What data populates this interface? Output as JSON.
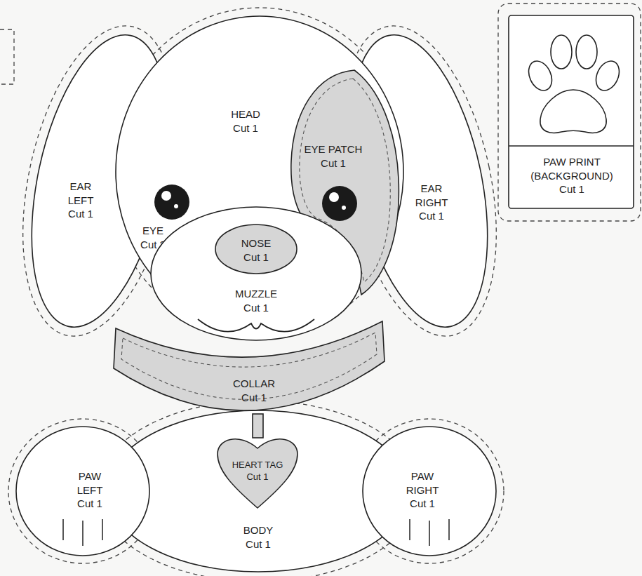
{
  "diagram": {
    "nodes": [
      {
        "text": [
          "EAR LEFT",
          "Cut 1"
        ]
      },
      {
        "text": [
          "HEAD",
          "Cut 1"
        ]
      },
      {
        "text": [
          "EYE PATCH",
          "Cut 1"
        ],
        "in": 1
      },
      {
        "text": [
          "EYE",
          "Cut 2"
        ],
        "in": 1
      },
      {
        "text": [
          "MUZZLE",
          "Cut 1"
        ],
        "in": 1
      },
      {
        "text": [
          "NOSE",
          "Cut 1"
        ],
        "in": 4
      },
      {
        "text": [
          "EAR RIGHT",
          "Cut 1"
        ]
      },
      {
        "text": [
          "COLLAR",
          "Cut 1"
        ]
      },
      {
        "text": [
          "BODY",
          "Cut 1"
        ]
      },
      {
        "text": [
          "HEART TAG",
          "Cut 1"
        ],
        "in": 8
      },
      {
        "text": [
          "PAW LEFT",
          "Cut 1"
        ]
      },
      {
        "text": [
          "PAW RIGHT",
          "Cut 1"
        ]
      },
      {
        "text": [
          "PAW PRINT (BACKGROUND)",
          "Cut 1"
        ]
      }
    ]
  }
}
